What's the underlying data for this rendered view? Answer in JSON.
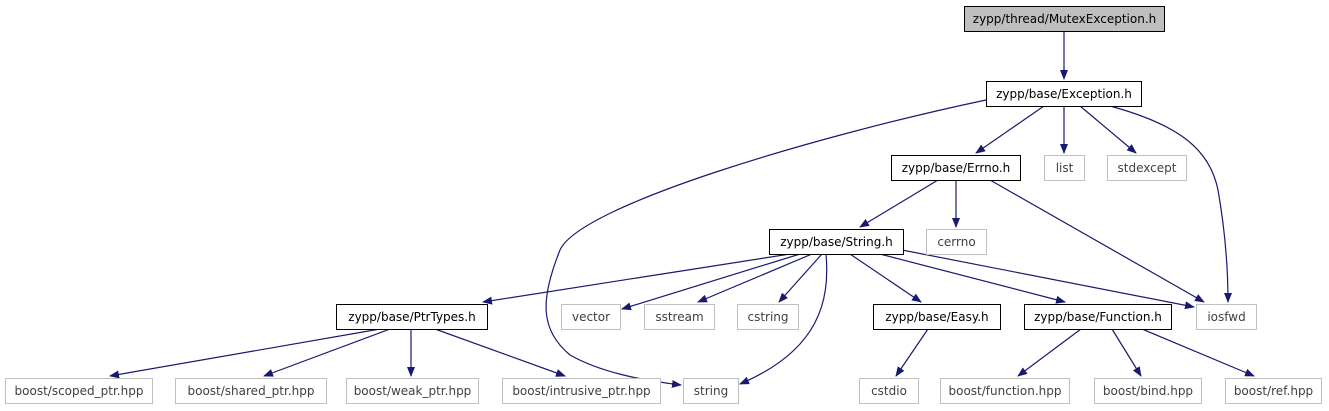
{
  "colors": {
    "edge": "#191970",
    "root_fill": "#bfbfbf",
    "node_fill": "#ffffff",
    "documented_border": "#000000",
    "external_border": "#bfbfbf",
    "external_text": "#404040",
    "text": "#000000"
  },
  "diagram": {
    "nodes": [
      {
        "id": "root",
        "label": "zypp/thread/MutexException.h",
        "kind": "root"
      },
      {
        "id": "exception",
        "label": "zypp/base/Exception.h",
        "kind": "documented"
      },
      {
        "id": "errno",
        "label": "zypp/base/Errno.h",
        "kind": "documented"
      },
      {
        "id": "list",
        "label": "list",
        "kind": "external"
      },
      {
        "id": "stdexcept",
        "label": "stdexcept",
        "kind": "external"
      },
      {
        "id": "string_h",
        "label": "zypp/base/String.h",
        "kind": "documented"
      },
      {
        "id": "cerrno",
        "label": "cerrno",
        "kind": "external"
      },
      {
        "id": "ptrtypes",
        "label": "zypp/base/PtrTypes.h",
        "kind": "documented"
      },
      {
        "id": "vector",
        "label": "vector",
        "kind": "external"
      },
      {
        "id": "sstream",
        "label": "sstream",
        "kind": "external"
      },
      {
        "id": "cstring",
        "label": "cstring",
        "kind": "external"
      },
      {
        "id": "easy",
        "label": "zypp/base/Easy.h",
        "kind": "documented"
      },
      {
        "id": "function_h",
        "label": "zypp/base/Function.h",
        "kind": "documented"
      },
      {
        "id": "iosfwd",
        "label": "iosfwd",
        "kind": "external"
      },
      {
        "id": "scoped_ptr",
        "label": "boost/scoped_ptr.hpp",
        "kind": "external"
      },
      {
        "id": "shared_ptr",
        "label": "boost/shared_ptr.hpp",
        "kind": "external"
      },
      {
        "id": "weak_ptr",
        "label": "boost/weak_ptr.hpp",
        "kind": "external"
      },
      {
        "id": "intrusive",
        "label": "boost/intrusive_ptr.hpp",
        "kind": "external"
      },
      {
        "id": "string",
        "label": "string",
        "kind": "external"
      },
      {
        "id": "cstdio",
        "label": "cstdio",
        "kind": "external"
      },
      {
        "id": "bfunction",
        "label": "boost/function.hpp",
        "kind": "external"
      },
      {
        "id": "bbind",
        "label": "boost/bind.hpp",
        "kind": "external"
      },
      {
        "id": "bref",
        "label": "boost/ref.hpp",
        "kind": "external"
      }
    ],
    "edges": [
      {
        "from": "root",
        "to": "exception"
      },
      {
        "from": "exception",
        "to": "string"
      },
      {
        "from": "exception",
        "to": "errno"
      },
      {
        "from": "exception",
        "to": "list"
      },
      {
        "from": "exception",
        "to": "stdexcept"
      },
      {
        "from": "exception",
        "to": "iosfwd"
      },
      {
        "from": "errno",
        "to": "string_h"
      },
      {
        "from": "errno",
        "to": "cerrno"
      },
      {
        "from": "errno",
        "to": "iosfwd"
      },
      {
        "from": "string_h",
        "to": "ptrtypes"
      },
      {
        "from": "string_h",
        "to": "vector"
      },
      {
        "from": "string_h",
        "to": "sstream"
      },
      {
        "from": "string_h",
        "to": "cstring"
      },
      {
        "from": "string_h",
        "to": "string"
      },
      {
        "from": "string_h",
        "to": "easy"
      },
      {
        "from": "string_h",
        "to": "function_h"
      },
      {
        "from": "string_h",
        "to": "iosfwd"
      },
      {
        "from": "ptrtypes",
        "to": "scoped_ptr"
      },
      {
        "from": "ptrtypes",
        "to": "shared_ptr"
      },
      {
        "from": "ptrtypes",
        "to": "weak_ptr"
      },
      {
        "from": "ptrtypes",
        "to": "intrusive"
      },
      {
        "from": "easy",
        "to": "cstdio"
      },
      {
        "from": "function_h",
        "to": "bfunction"
      },
      {
        "from": "function_h",
        "to": "bbind"
      },
      {
        "from": "function_h",
        "to": "bref"
      }
    ]
  }
}
